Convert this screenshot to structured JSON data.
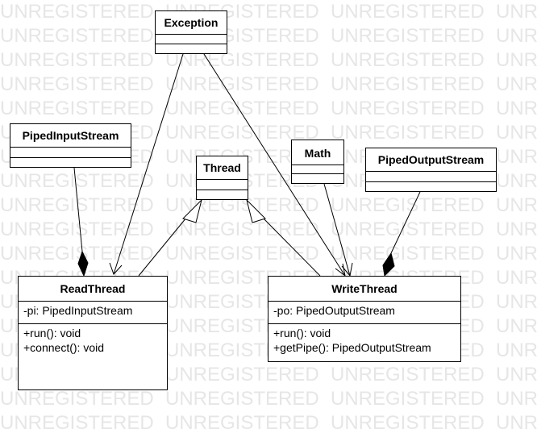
{
  "watermark_text": "UNREGISTERED",
  "classes": {
    "exception": {
      "name": "Exception"
    },
    "piped_input_stream": {
      "name": "PipedInputStream"
    },
    "thread": {
      "name": "Thread"
    },
    "math": {
      "name": "Math"
    },
    "piped_output_stream": {
      "name": "PipedOutputStream"
    },
    "read_thread": {
      "name": "ReadThread",
      "attributes": [
        "-pi: PipedInputStream"
      ],
      "operations": [
        "+run(): void",
        "+connect(): void"
      ]
    },
    "write_thread": {
      "name": "WriteThread",
      "attributes": [
        "-po: PipedOutputStream"
      ],
      "operations": [
        "+run(): void",
        "+getPipe(): PipedOutputStream"
      ]
    }
  },
  "relations": [
    {
      "from": "exception",
      "to": "read_thread",
      "type": "dependency"
    },
    {
      "from": "exception",
      "to": "write_thread",
      "type": "dependency"
    },
    {
      "from": "math",
      "to": "write_thread",
      "type": "dependency"
    },
    {
      "from": "read_thread",
      "to": "thread",
      "type": "generalization"
    },
    {
      "from": "write_thread",
      "to": "thread",
      "type": "generalization"
    },
    {
      "from": "piped_input_stream",
      "to": "read_thread",
      "type": "composition"
    },
    {
      "from": "piped_output_stream",
      "to": "write_thread",
      "type": "composition"
    }
  ]
}
